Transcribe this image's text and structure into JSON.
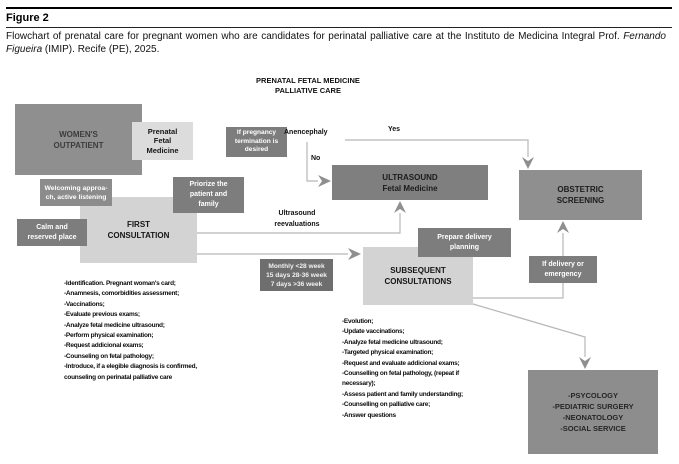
{
  "figure": {
    "label": "Figure 2",
    "caption": "Flowchart of prenatal care for pregnant women who are candidates for perinatal palliative care at the Instituto de Medicina Integral Prof.",
    "caption_italic": "Fernando Figueira",
    "caption_end": " (IMIP). Recife (PE), 2025."
  },
  "diagram": {
    "title": "PRENATAL FETAL MEDICINE\nPALLIATIVE CARE",
    "nodes": {
      "womens_outpatient": "WOMEN'S\nOUTPATIENT",
      "prenatal_fetal_medicine": "Prenatal\nFetal\nMedicine",
      "welcoming": "Welcoming approa-\nch, active listening",
      "first_consultation": "FIRST\nCONSULTATION",
      "calm": "Calm and\nreserved place",
      "priorize": "Priorize the\npatient and\nfamily",
      "if_pregnancy": "If pregnancy\ntermination is\ndesired",
      "ultrasound": "ULTRASOUND\nFetal Medicine",
      "obstetric": "OBSTETRIC\nSCREENING",
      "monthly": "Monthly <28 week\n15 days 28-36 week\n7 days >36 week",
      "subsequent": "SUBSEQUENT\nCONSULTATIONS",
      "prepare": "Prepare delivery\nplanning",
      "if_delivery": "If delivery or\nemergency",
      "services": "-PSYCOLOGY\n-PEDIATRIC SURGERY\n-NEONATOLOGY\n-SOCIAL SERVICE"
    },
    "labels": {
      "anencephaly": "Anencephaly",
      "yes": "Yes",
      "no": "No",
      "ultrasound_reevaluations": "Ultrasound\nreevaluations"
    },
    "first_consultation_tasks": [
      "-Identification. Pregnant woman's card;",
      "-Anamnesis, comorbidities assessment;",
      "-Vaccinations;",
      "-Evaluate previous exams;",
      "-Analyze fetal medicine ultrasound;",
      "-Perform physical examination;",
      "-Request addicional exams;",
      "-Counseling on fetal pathology;",
      "-Introduce, if a elegible diagnosis is confirmed,",
      "counseling on perinatal palliative care"
    ],
    "subsequent_consultation_tasks": [
      "-Evolution;",
      "-Update vaccinations;",
      "-Analyze fetal medicine ultrasound;",
      "-Targeted physical examination;",
      "-Request and evaluate addicional exams;",
      "-Counselling on fetal pathology, (repeat if",
      "necessary);",
      "-Assess patient and family understanding;",
      "-Counselling on palliative care;",
      "-Answer questions"
    ]
  },
  "colors": {
    "box-dark": "#8f8f8f",
    "box-darker": "#7d7d7d",
    "box-darkest": "#6e6e6e",
    "box-light": "#d3d3d3",
    "box-lighter": "#dcdcdc",
    "line": "#b8b8b8",
    "arrow": "#8f8f8f"
  }
}
